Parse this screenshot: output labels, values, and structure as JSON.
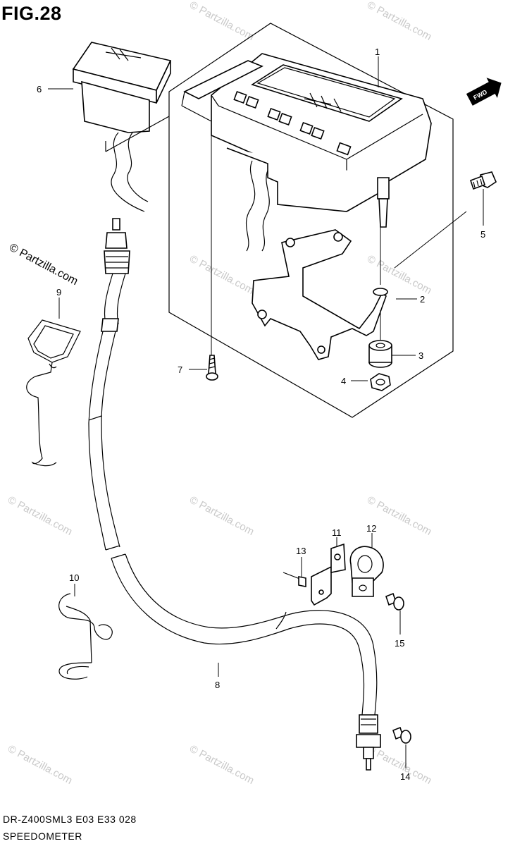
{
  "figure": {
    "title": "FIG.28",
    "model_code": "DR-Z400SML3  E03  E33  028",
    "section_name": "SPEEDOMETER"
  },
  "watermark": {
    "text": "© Partzilla.com"
  },
  "direction_badge": {
    "label": "FWD"
  },
  "callouts": {
    "c1": "1",
    "c2": "2",
    "c3": "3",
    "c4": "4",
    "c5": "5",
    "c6": "6",
    "c7": "7",
    "c8": "8",
    "c9": "9",
    "c10": "10",
    "c11": "11",
    "c12": "12",
    "c13": "13",
    "c14": "14",
    "c15": "15"
  },
  "colors": {
    "line": "#000000",
    "background": "#ffffff",
    "watermark": "#c9c9c9"
  }
}
